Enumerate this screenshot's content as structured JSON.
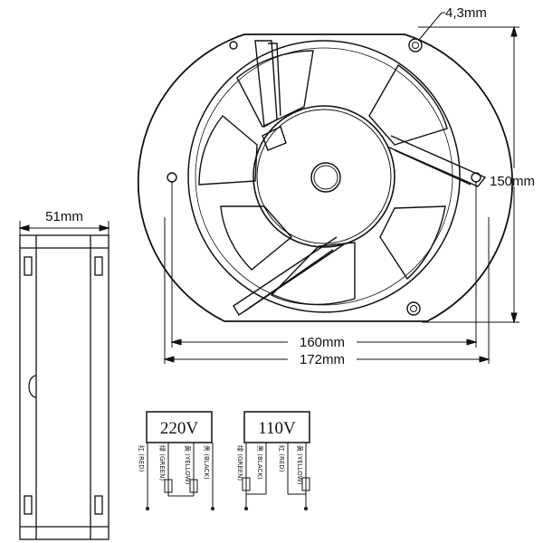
{
  "dimensions": {
    "hole_diameter": "4,3mm",
    "height": "150mm",
    "depth": "51mm",
    "hole_spacing": "160mm",
    "width": "172mm"
  },
  "wiring": {
    "v220": {
      "label": "220V",
      "wires": [
        "红 (RED)",
        "绿 (GREEN)",
        "黄 (YELLOW)",
        "黑 (BLACK)"
      ]
    },
    "v110": {
      "label": "110V",
      "wires": [
        "绿 (GREEN)",
        "黑 (BLACK)",
        "红 (RED)",
        "黄 (YELLOW)"
      ]
    }
  }
}
